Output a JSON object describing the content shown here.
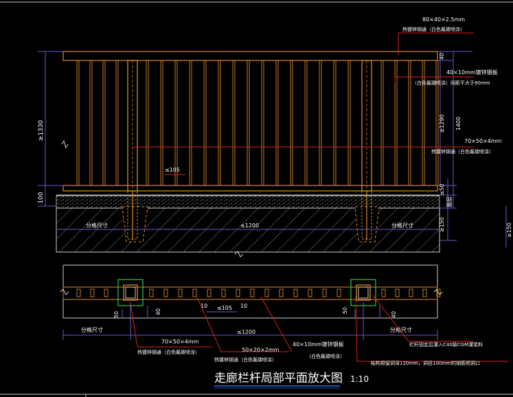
{
  "drawing": {
    "title": "走廊栏杆局部平面放大图",
    "scale": "1:10"
  },
  "labels": {
    "handrail_size": "80×40×2.5mm",
    "handrail_material": "热镀锌钢通（白色氟碳喷涂）",
    "baluster_size": "40×10mm镀锌钢板",
    "baluster_note": "（白色氟碳喷涂）间距不大于90mm",
    "post_size": "70×50×4mm",
    "post_material": "热镀锌钢通（白色氟碳喷涂）",
    "gap_105": "≤105",
    "span_1200": "≤1200",
    "grid_size": "分格尺寸",
    "plan_post_size": "70×50×4mm",
    "plan_post_material": "热镀锌钢通（白色氟碳喷涂）",
    "plan_bar_size": "50×20×2mm",
    "plan_bar_material": "热镀锌钢通（白色氟碳喷涂）",
    "plan_baluster_size": "40×10mm镀锌钢板",
    "plan_baluster_note": "（白色氟碳喷涂）",
    "grout_note": "栏杆固定后灌入C40级CGM灌浆料",
    "hole_note": "结构预留洞深120mm，洞径100mm的钢筋预洞口",
    "floor_label": "面层"
  },
  "dims": {
    "h_1330": "≥1330",
    "h_100": "100",
    "h_1290": "≥1290",
    "h_1400": "1400",
    "h_40": "40",
    "h_50": "≤50",
    "h_150": "≥150",
    "h_150_far": "≥150",
    "p_10a": "10",
    "p_10b": "10",
    "p_50a": "50",
    "p_40a": "40",
    "p_50b": "50",
    "p_40b": "40"
  }
}
